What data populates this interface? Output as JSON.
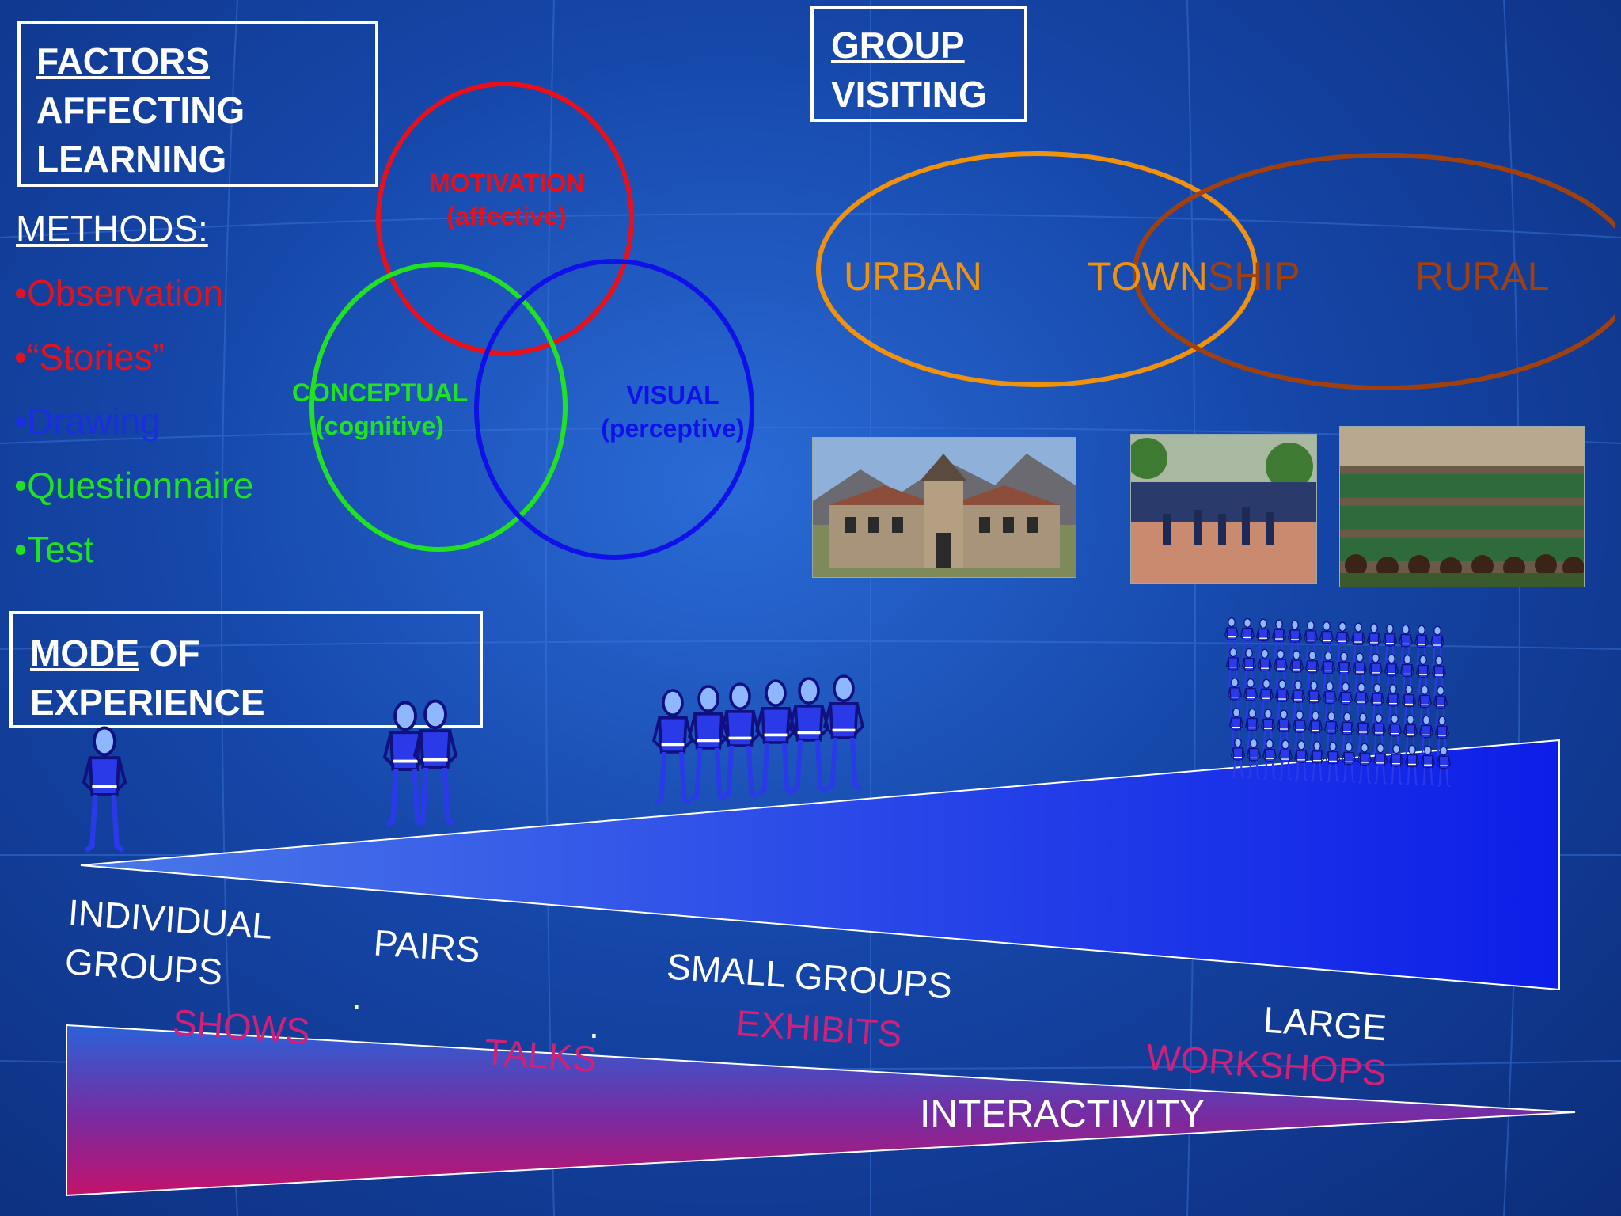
{
  "factors_box": {
    "lines": [
      "FACTORS",
      "AFFECTING",
      "LEARNING"
    ]
  },
  "methods": {
    "heading": "METHODS:",
    "items": [
      {
        "text": "•Observation",
        "color": "#e0141e"
      },
      {
        "text": "•“Stories”",
        "color": "#e0141e"
      },
      {
        "text": "•Drawing",
        "color": "#1a2ee0"
      },
      {
        "text": "•Questionnaire",
        "color": "#22e022"
      },
      {
        "text": "•Test",
        "color": "#22e022"
      }
    ]
  },
  "venn": {
    "motivation": {
      "title": "MOTIVATION",
      "sub": "(affective)",
      "color": "#e8101a"
    },
    "conceptual": {
      "title": "CONCEPTUAL",
      "sub": "(cognitive)",
      "color": "#22e022"
    },
    "visual": {
      "title": "VISUAL",
      "sub": "(perceptive)",
      "color": "#1010e8"
    }
  },
  "group_box": {
    "lines": [
      "GROUP",
      "VISITING"
    ]
  },
  "visiting": {
    "urban": "URBAN",
    "township_a": "TOWN",
    "township_b": "SHIP",
    "rural": "RURAL",
    "colors": {
      "urban": "#f0920e",
      "rural": "#a0400e"
    }
  },
  "photos": [
    {
      "icon": "school-building-photo"
    },
    {
      "icon": "schoolyard-dance-photo"
    },
    {
      "icon": "crowded-classroom-photo"
    }
  ],
  "mode_box": {
    "line1a": "MODE",
    "line1b": " OF",
    "line2": "EXPERIENCE"
  },
  "modes": {
    "individual": "INDIVIDUAL",
    "groups": "GROUPS",
    "pairs": "PAIRS",
    "small_groups": "SMALL GROUPS",
    "large": "LARGE",
    "dot1": ".",
    "dot2": "."
  },
  "activities": {
    "shows": "SHOWS",
    "talks": "TALKS",
    "exhibits": "EXHIBITS",
    "workshops": "WORKSHOPS",
    "interactivity": "INTERACTIVITY"
  }
}
